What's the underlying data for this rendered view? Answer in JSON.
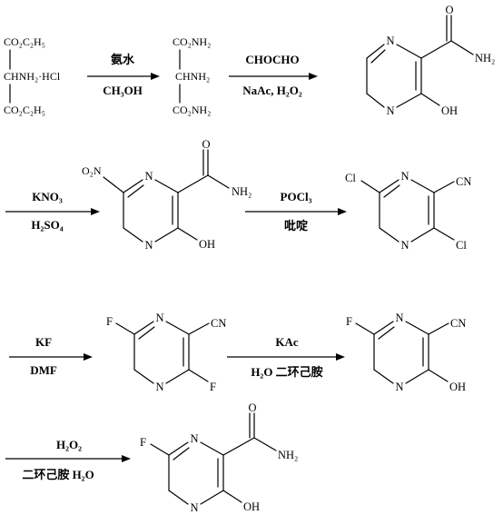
{
  "scheme": {
    "compounds": {
      "c1_top": "CO₂C₂H₅",
      "c1_mid": "CHNH₂·HCl",
      "c1_bot": "CO₂C₂H₅",
      "c2_top": "CO₂NH₂",
      "c2_mid": "CHNH₂",
      "c2_bot": "CO₂NH₂",
      "c3": {
        "N1": "N",
        "N2": "N",
        "amide": "NH₂",
        "oxy": "O",
        "hydroxy": "OH"
      },
      "c4": {
        "N1": "N",
        "N2": "N",
        "nitro": "O₂N",
        "amide": "NH₂",
        "oxy": "O",
        "hydroxy": "OH"
      },
      "c5": {
        "N1": "N",
        "N2": "N",
        "cl_a": "Cl",
        "cl_b": "Cl",
        "nitrile": "CN"
      },
      "c6": {
        "N1": "N",
        "N2": "N",
        "f_a": "F",
        "f_b": "F",
        "nitrile": "CN"
      },
      "c7": {
        "N1": "N",
        "N2": "N",
        "f": "F",
        "nitrile": "CN",
        "hydroxy": "OH"
      },
      "c8": {
        "N1": "N",
        "N2": "N",
        "f": "F",
        "amide": "NH₂",
        "oxy": "O",
        "hydroxy": "OH"
      }
    },
    "steps": [
      {
        "above": "氨水",
        "below": "CH₃OH"
      },
      {
        "above": "CHOCHO",
        "below": "NaAc, H₂O₂"
      },
      {
        "above": "KNO₃",
        "below": "H₂SO₄"
      },
      {
        "above": "POCl₃",
        "below": "吡啶"
      },
      {
        "above": "KF",
        "below": "DMF"
      },
      {
        "above": "KAc",
        "below": "H₂O  二环己胺"
      },
      {
        "above": "H₂O₂",
        "below": "二环己胺  H₂O"
      }
    ]
  }
}
